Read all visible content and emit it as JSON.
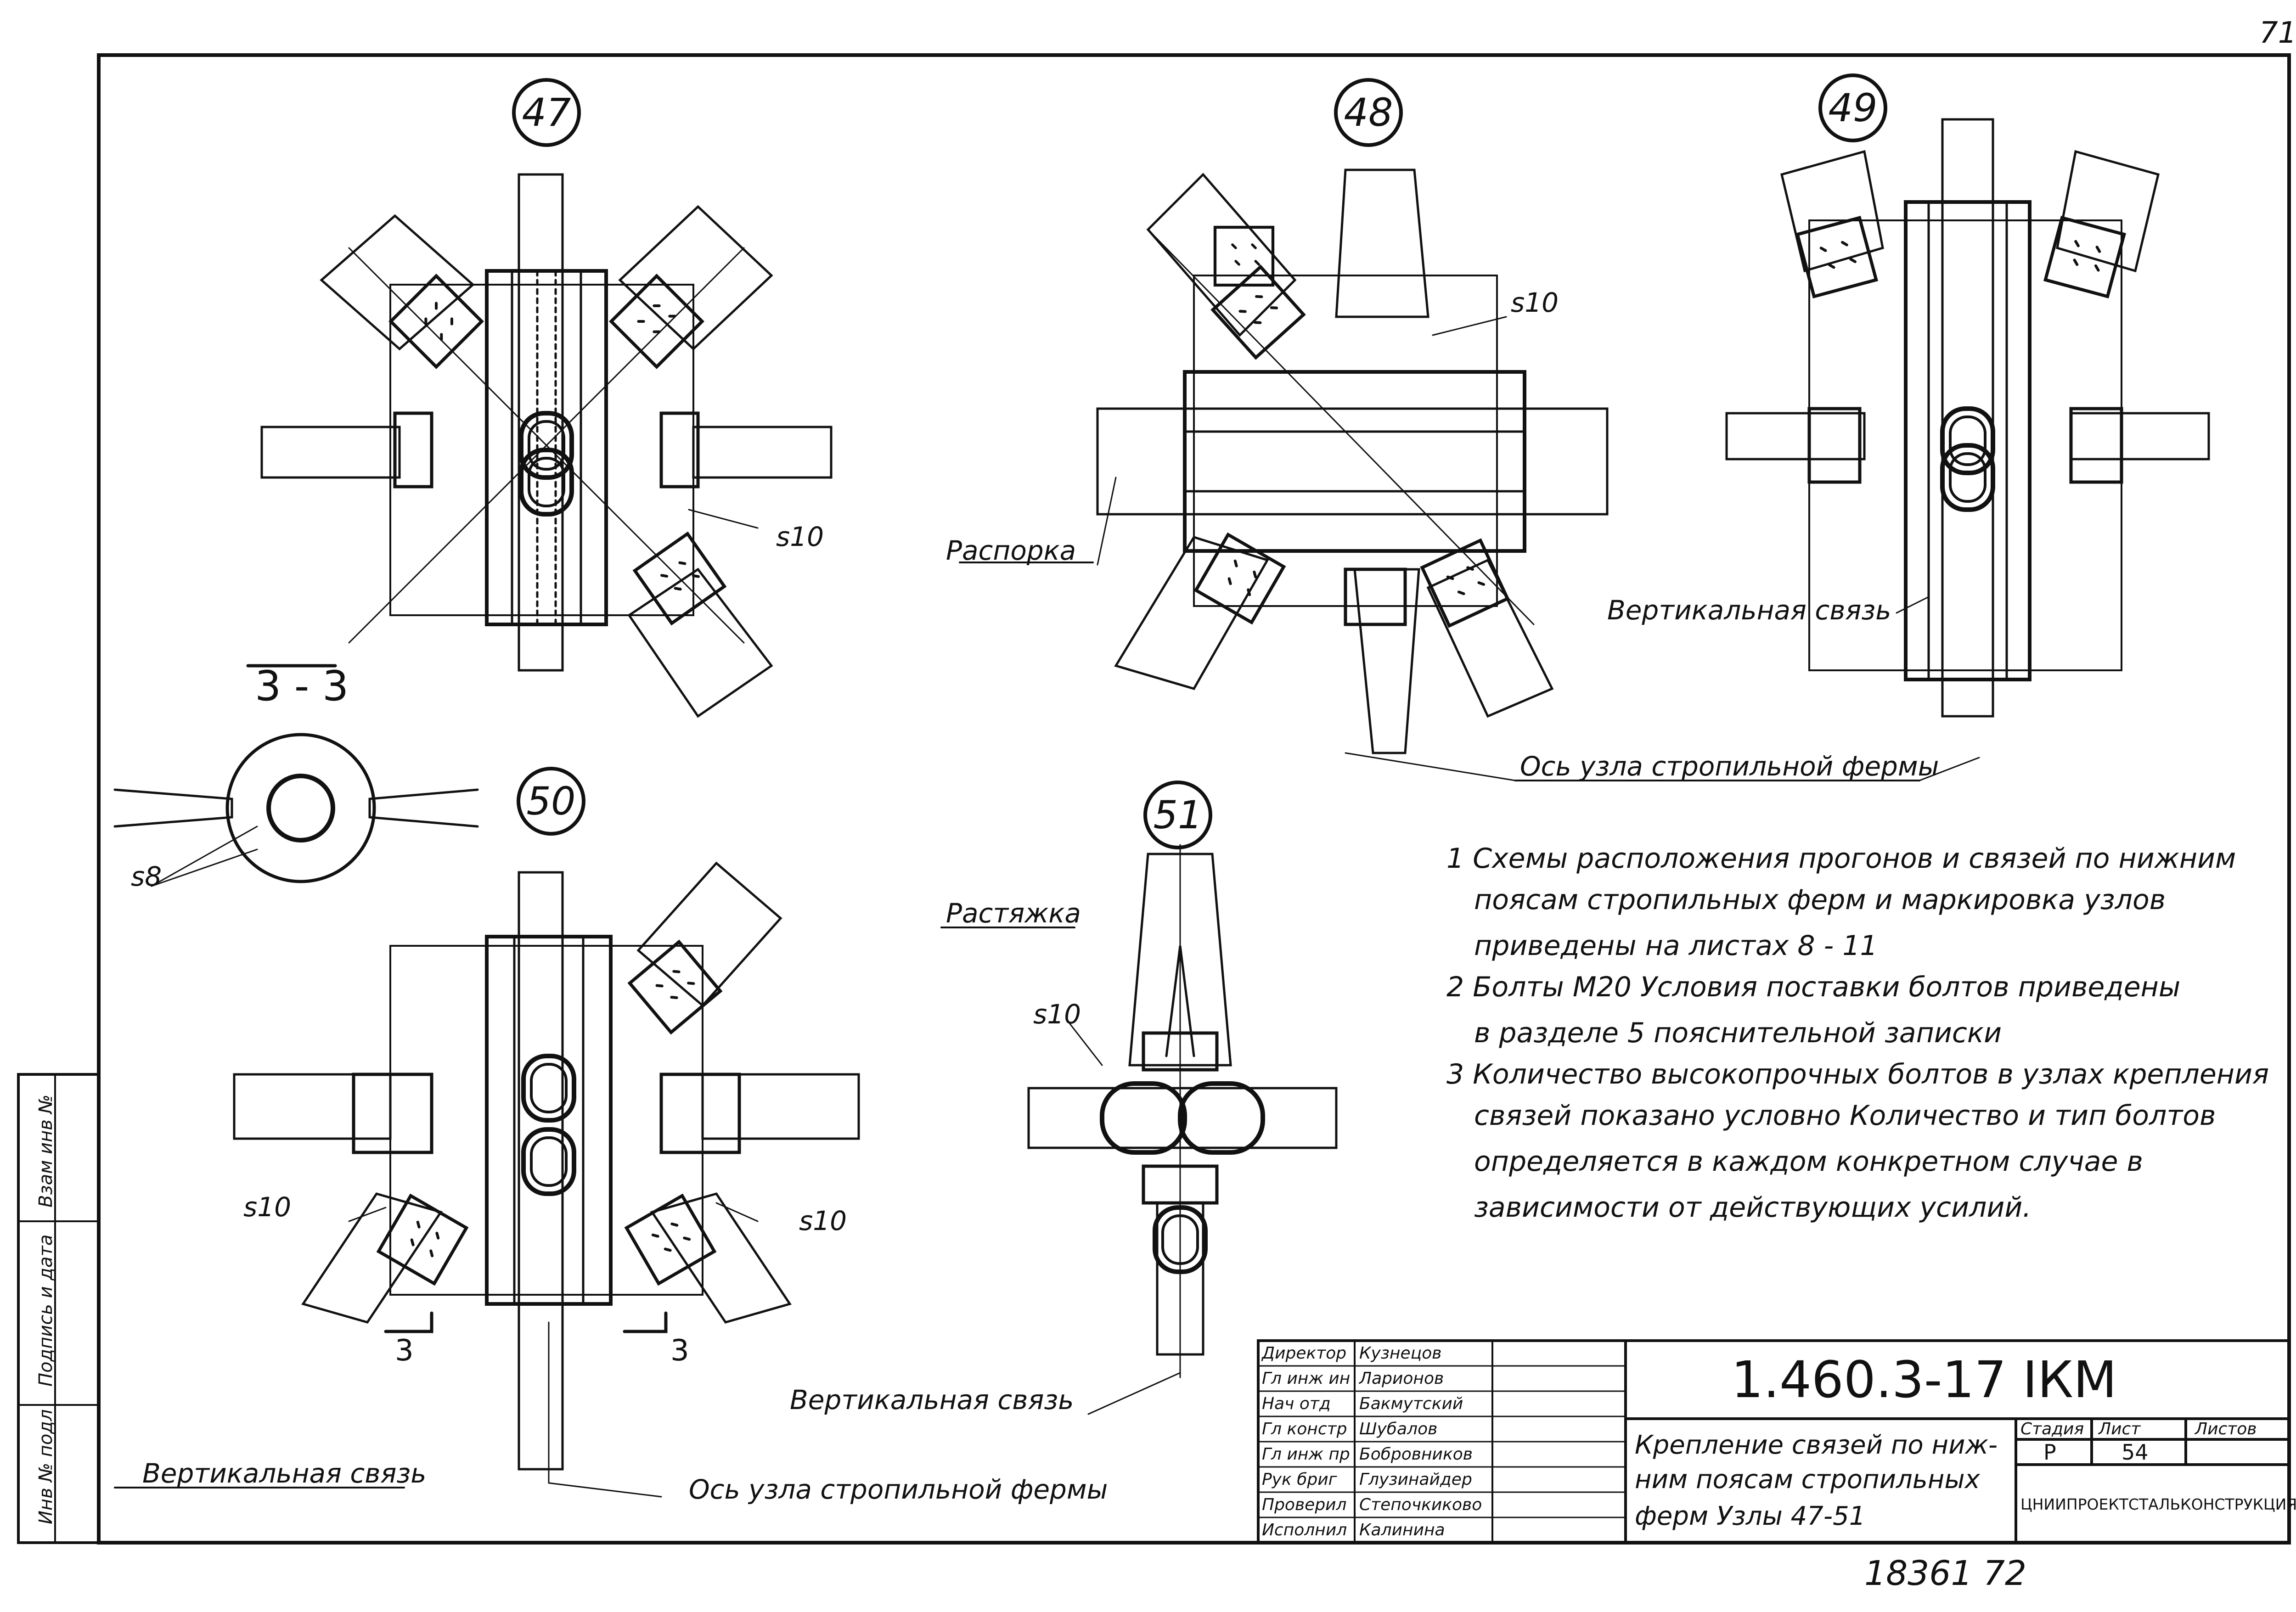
{
  "page_number": "71",
  "nodes": {
    "n47": "47",
    "n48": "48",
    "n49": "49",
    "n50": "50",
    "n51": "51"
  },
  "section_label": "3 - 3",
  "section_marks": {
    "left": "3",
    "right": "3"
  },
  "plate_labels": {
    "s10_47": "s10",
    "s10_48": "s10",
    "s8": "s8",
    "s10_50_left": "s10",
    "s10_50_right": "s10",
    "s10_51": "s10"
  },
  "labels": {
    "raspoka": "Распорка",
    "vert_svyaz_49": "Вертикальная связь",
    "os_uzla_48": "Ось узла стропильной фермы",
    "rastyazhka": "Растяжка",
    "vert_svyaz_51": "Вертикальная связь",
    "vert_svyaz_50": "Вертикальная связь",
    "os_uzla_50": "Ось узла стропильной фермы"
  },
  "notes": [
    "1  Схемы расположения прогонов и связей по нижним",
    "поясам стропильных ферм и маркировка узлов",
    "приведены на листах 8 - 11",
    "2  Болты М20 Условия поставки болтов приведены",
    "в разделе 5 пояснительной записки",
    "3  Количество высокопрочных болтов в узлах крепления",
    "связей показано условно Количество и тип болтов",
    "определяется в каждом конкретном случае в",
    "зависимости от действующих усилий."
  ],
  "side_stamp": [
    "Инв № подл",
    "Подпись и дата",
    "Взам инв №"
  ],
  "title_block": {
    "designation": "1.460.3-17 IКМ",
    "title": [
      "Крепление связей по ниж-",
      "ним поясам стропильных",
      "ферм  Узлы 47-51"
    ],
    "stage_header": "Стадия",
    "sheet_header": "Лист",
    "sheets_header": "Листов",
    "stage": "Р",
    "sheet": "54",
    "sheets": "",
    "organization": "ЦНИИПРОЕКТСТАЛЬКОНСТРУКЦИЯ",
    "roles": [
      {
        "role": "Директор",
        "name": "Кузнецов"
      },
      {
        "role": "Гл инж ин",
        "name": "Ларионов"
      },
      {
        "role": "Нач отд",
        "name": "Бакмутский"
      },
      {
        "role": "Гл констр",
        "name": "Шубалов"
      },
      {
        "role": "Гл инж пр",
        "name": "Бобровников"
      },
      {
        "role": "Рук бриг",
        "name": "Глузинайдер"
      },
      {
        "role": "Проверил",
        "name": "Степочкиково"
      },
      {
        "role": "Исполнил",
        "name": "Калинина"
      }
    ]
  },
  "archive_number": "18361  72"
}
